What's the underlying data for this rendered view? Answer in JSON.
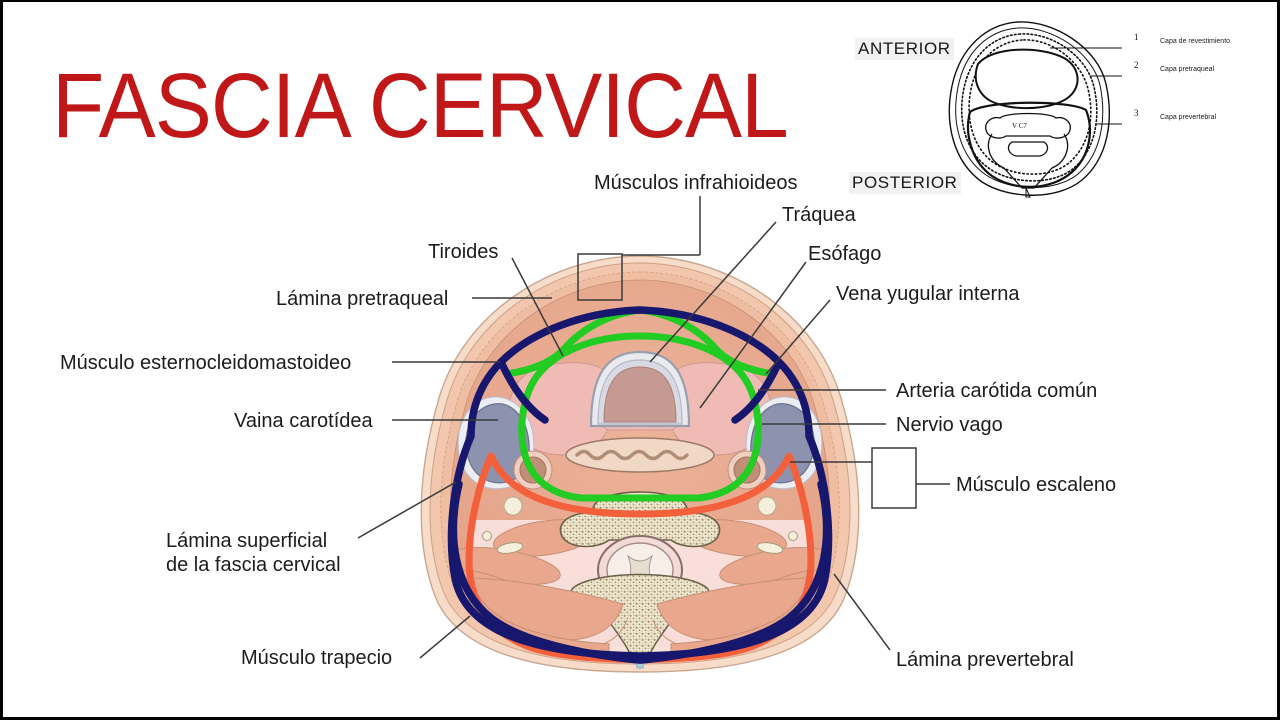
{
  "title": "FASCIA CERVICAL",
  "colors": {
    "title": "#c01818",
    "superficial_fascia": "#17176e",
    "pretracheal_fascia": "#22cc22",
    "prevertebral_fascia": "#f4603c",
    "muscle": "#e9a88d",
    "skin": "#f4cdb6",
    "background": "#ffffff"
  },
  "labels": {
    "left": [
      {
        "id": "tiroides",
        "text": "Tiroides"
      },
      {
        "id": "lamina-pretraqueal",
        "text": "Lámina pretraqueal"
      },
      {
        "id": "musculo-esternocleidomastoideo",
        "text": "Músculo esternocleidomastoideo"
      },
      {
        "id": "vaina-carotidea",
        "text": "Vaina carotídea"
      },
      {
        "id": "lamina-superficial",
        "text": "Lámina superficial de la fascia cervical",
        "line1": "Lámina superficial",
        "line2": "de la fascia cervical"
      },
      {
        "id": "musculo-trapecio",
        "text": "Músculo trapecio"
      }
    ],
    "top": [
      {
        "id": "musculos-infrahioideos",
        "text": "Músculos infrahioideos"
      }
    ],
    "right": [
      {
        "id": "traquea",
        "text": "Tráquea"
      },
      {
        "id": "esofago",
        "text": "Esófago"
      },
      {
        "id": "vena-yugular-interna",
        "text": "Vena yugular interna"
      },
      {
        "id": "arteria-carotida-comun",
        "text": "Arteria carótida común"
      },
      {
        "id": "nervio-vago",
        "text": "Nervio vago"
      },
      {
        "id": "musculo-escaleno",
        "text": "Músculo escaleno"
      },
      {
        "id": "lamina-prevertebral",
        "text": "Lámina prevertebral"
      }
    ]
  },
  "inset": {
    "anterior": "ANTERIOR",
    "posterior": "POSTERIOR",
    "vertebra_label": "V C7",
    "keys": [
      {
        "num": "1",
        "text": "Capa de revestimiento"
      },
      {
        "num": "2",
        "text": "Capa pretraqueal"
      },
      {
        "num": "3",
        "text": "Capa prevertebral"
      }
    ]
  }
}
